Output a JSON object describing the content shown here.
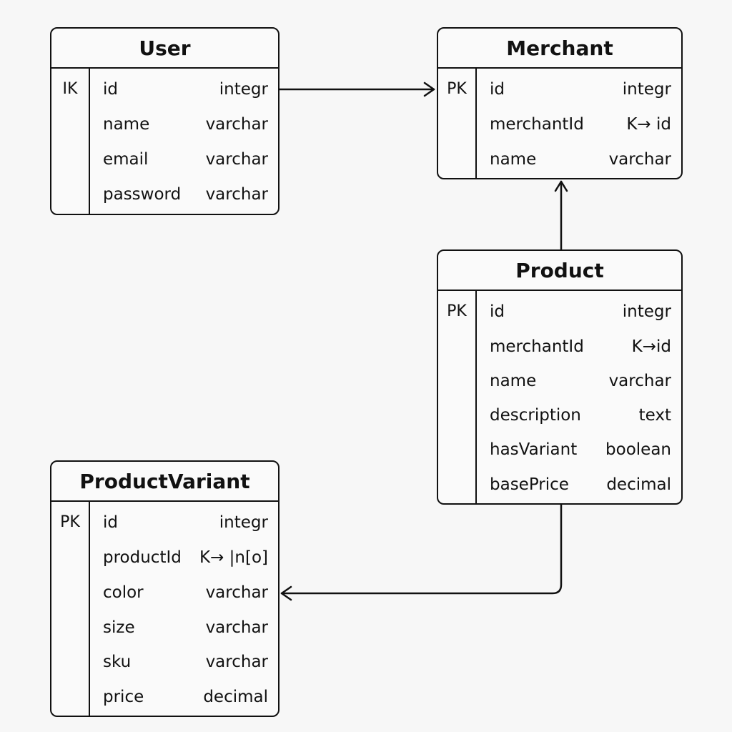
{
  "entities": {
    "user": {
      "title": "User",
      "key": "IK",
      "rows": [
        {
          "name": "id",
          "type": "integr"
        },
        {
          "name": "name",
          "type": "varchar"
        },
        {
          "name": "email",
          "type": "varchar"
        },
        {
          "name": "password",
          "type": "varchar"
        }
      ]
    },
    "merchant": {
      "title": "Merchant",
      "key": "PK",
      "rows": [
        {
          "name": "id",
          "type": "integr"
        },
        {
          "name": "merchantId",
          "type": "K→ id"
        },
        {
          "name": "name",
          "type": "varchar"
        }
      ]
    },
    "product": {
      "title": "Product",
      "key": "PK",
      "rows": [
        {
          "name": "id",
          "type": "integr"
        },
        {
          "name": "merchantId",
          "type": "K→id"
        },
        {
          "name": "name",
          "type": "varchar"
        },
        {
          "name": "description",
          "type": "text"
        },
        {
          "name": "hasVariant",
          "type": "boolean"
        },
        {
          "name": "basePrice",
          "type": "decimal"
        }
      ]
    },
    "productVariant": {
      "title": "ProductVariant",
      "key": "PK",
      "rows": [
        {
          "name": "id",
          "type": "integr"
        },
        {
          "name": "productId",
          "type": "K→ |n[o]"
        },
        {
          "name": "color",
          "type": "varchar"
        },
        {
          "name": "size",
          "type": "varchar"
        },
        {
          "name": "sku",
          "type": "varchar"
        },
        {
          "name": "price",
          "type": "decimal"
        }
      ]
    }
  },
  "relationships": [
    {
      "from": "user",
      "to": "merchant"
    },
    {
      "from": "product",
      "to": "merchant"
    },
    {
      "from": "product",
      "to": "productVariant"
    }
  ],
  "colors": {
    "line": "#111111",
    "background": "#f7f7f7"
  }
}
